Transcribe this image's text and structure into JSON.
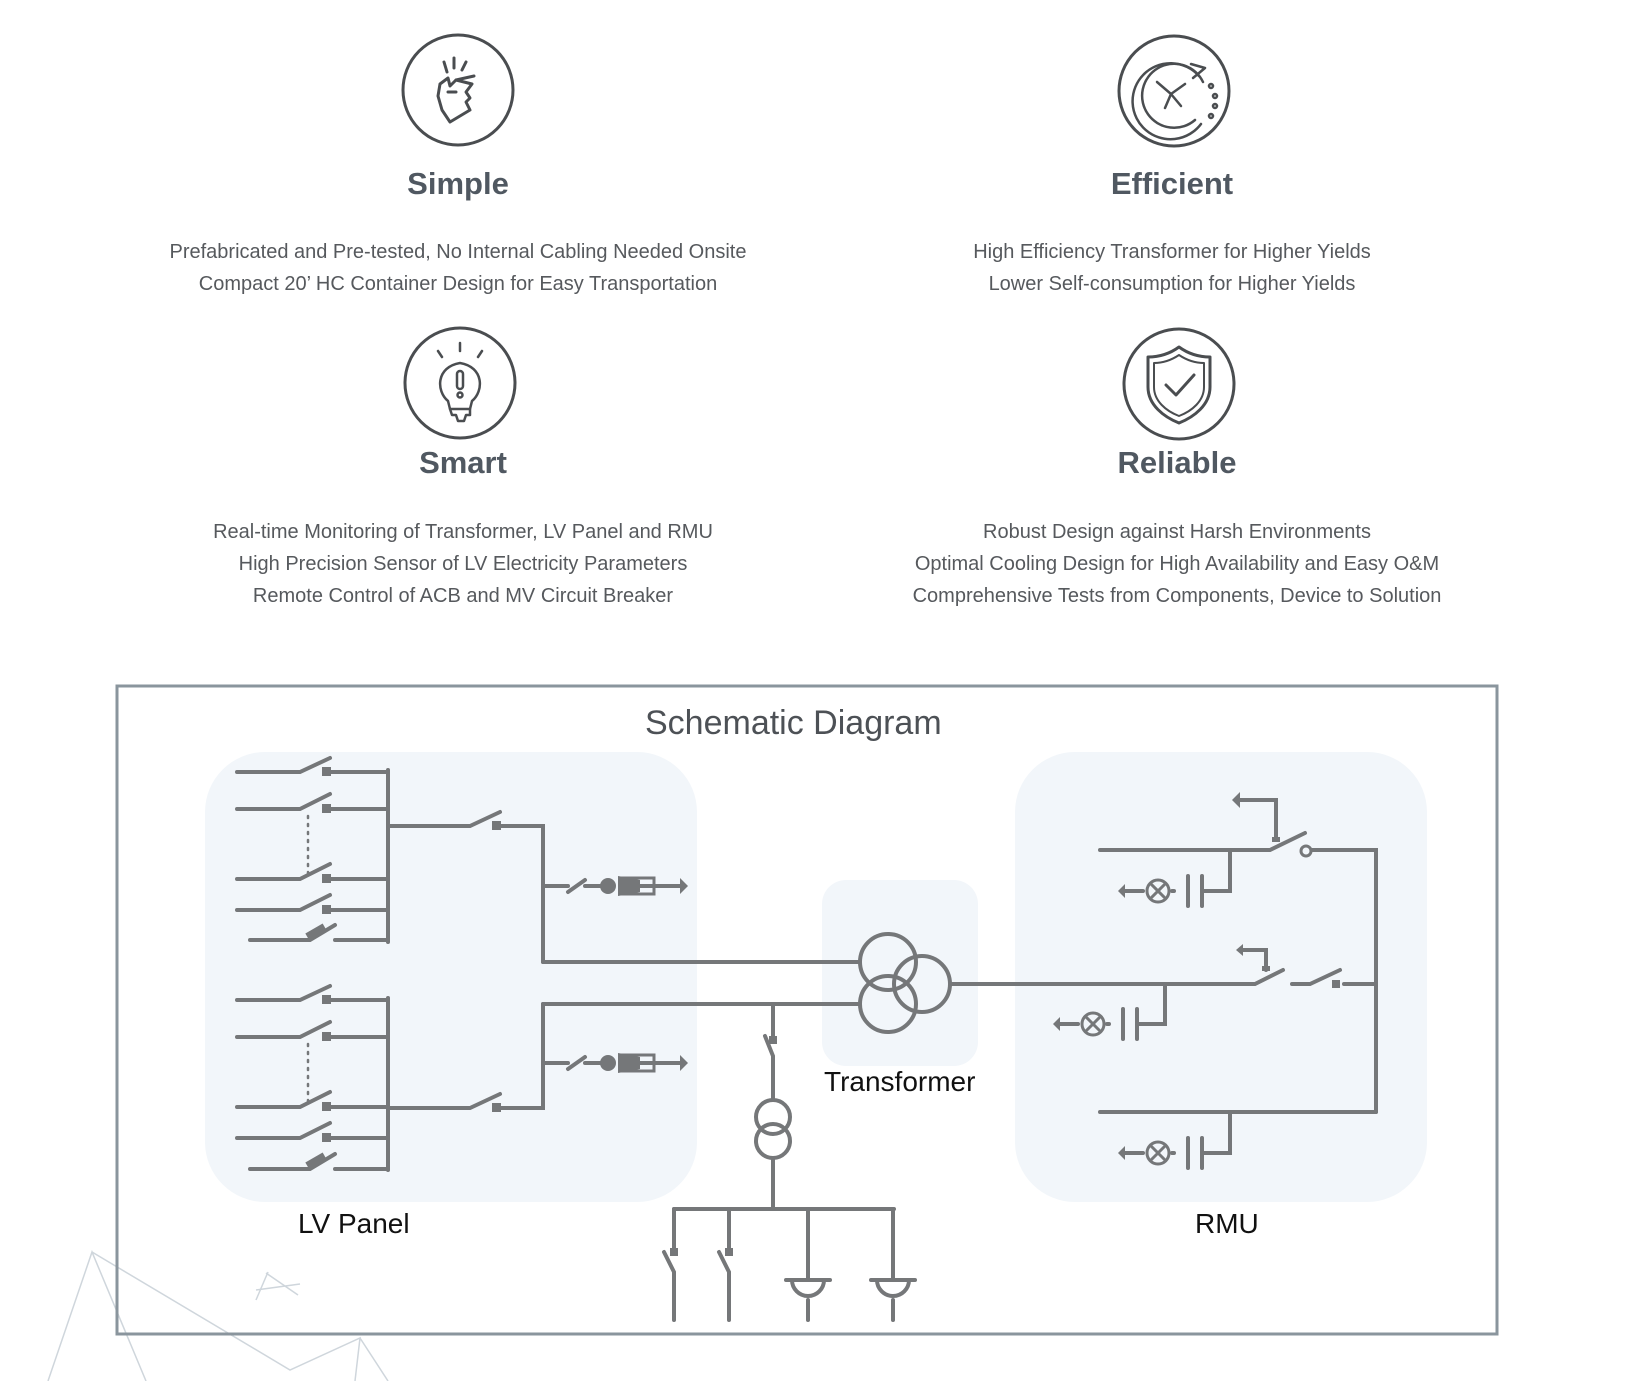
{
  "features": [
    {
      "id": "simple",
      "icon": "finger-snap-icon",
      "title": "Simple",
      "lines": [
        "Prefabricated and Pre-tested, No Internal Cabling Needed Onsite",
        "Compact 20’ HC Container Design for Easy Transportation"
      ]
    },
    {
      "id": "efficient",
      "icon": "clock-refresh-icon",
      "title": "Efficient",
      "lines": [
        "High Efficiency Transformer for Higher Yields",
        "Lower Self-consumption for Higher Yields"
      ]
    },
    {
      "id": "smart",
      "icon": "lightbulb-icon",
      "title": "Smart",
      "lines": [
        "Real-time Monitoring of Transformer, LV Panel and RMU",
        "High Precision Sensor of LV Electricity Parameters",
        "Remote Control of ACB and MV Circuit Breaker"
      ]
    },
    {
      "id": "reliable",
      "icon": "shield-check-icon",
      "title": "Reliable",
      "lines": [
        "Robust Design against Harsh Environments",
        "Optimal Cooling Design for High Availability and Easy O&M",
        "Comprehensive Tests from Components, Device to Solution"
      ]
    }
  ],
  "schematic": {
    "title": "Schematic Diagram",
    "labels": {
      "lv_panel": "LV Panel",
      "transformer": "Transformer",
      "rmu": "RMU"
    }
  },
  "colors": {
    "line": "#757779",
    "frame": "#8a959d",
    "zone_fill": "#f2f6fa",
    "text_title": "#505861"
  }
}
